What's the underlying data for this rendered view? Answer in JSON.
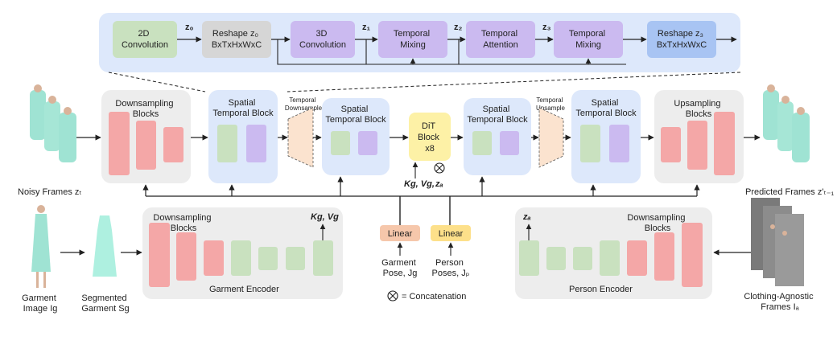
{
  "top": {
    "conv2d": [
      "2D",
      "Convolution"
    ],
    "reshape0": [
      "Reshape z₀",
      "BxTxHxWxC"
    ],
    "conv3d": [
      "3D",
      "Convolution"
    ],
    "mix1": [
      "Temporal",
      "Mixing"
    ],
    "attn": [
      "Temporal",
      "Attention"
    ],
    "mix2": [
      "Temporal",
      "Mixing"
    ],
    "reshape3": [
      "Reshape z₃",
      "BxTxHxWxC"
    ],
    "z0": "z₀",
    "z1": "z₁",
    "z2": "z₂",
    "z3": "z₃"
  },
  "main": {
    "down_blocks": [
      "Downsampling",
      "Blocks"
    ],
    "stb": [
      "Spatial",
      "Temporal Block"
    ],
    "temporal_down": [
      "Temporal",
      "Downsample"
    ],
    "temporal_up": [
      "Temporal",
      "Upsample"
    ],
    "dit": [
      "DiT",
      "Block",
      "x8"
    ],
    "up_blocks": [
      "Upsampling",
      "Blocks"
    ],
    "noisy_frames": "Noisy Frames zₜ",
    "predicted_frames": "Predicted Frames z'ₜ₋₁",
    "kg_vg": "Kɡ, Vɡ,",
    "za": "zₐ"
  },
  "bottom": {
    "garment_image": [
      "Garment",
      "Image Iɡ"
    ],
    "segmented_garment": [
      "Segmented",
      "Garment Sɡ"
    ],
    "g_down_blocks": [
      "Downsampling",
      "Blocks"
    ],
    "garment_encoder": "Garment Encoder",
    "kv": "Kɡ, Vɡ",
    "linear1": "Linear",
    "linear2": "Linear",
    "garment_pose": [
      "Garment",
      "Pose, Jɡ"
    ],
    "person_poses": [
      "Person",
      "Poses, Jₚ"
    ],
    "concat_legend": "= Concatenation",
    "p_down_blocks": [
      "Downsampling",
      "Blocks"
    ],
    "person_encoder": "Person Encoder",
    "za": "zₐ",
    "clothing_agnostic": [
      "Clothing-Agnostic",
      "Frames Iₐ"
    ]
  },
  "colors": {
    "green": "#c9e1bf",
    "green_stroke": "#a9cc9c",
    "pink": "#f4a7a7",
    "purple": "#cbbaf0",
    "grey_panel": "#ededed",
    "blue_panel": "#dde8fb",
    "orange": "#fbe3cf",
    "yellow": "#fdf1a6",
    "linear1": "#f6c7ab",
    "linear2": "#fde08a",
    "reshape": "#d6d6d6",
    "reshape3": "#a8c4f3"
  }
}
